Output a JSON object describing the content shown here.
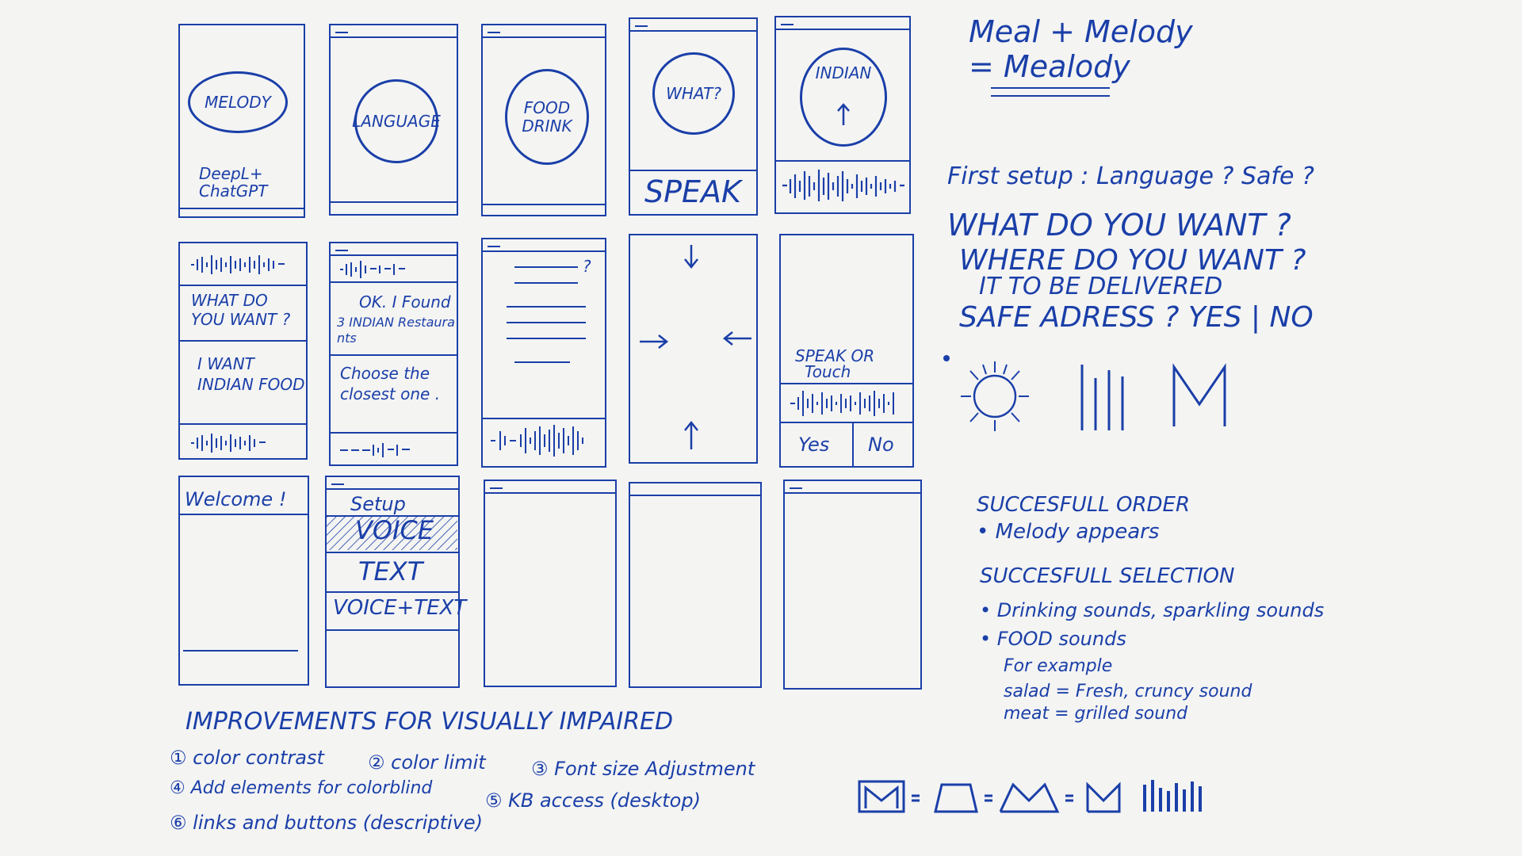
{
  "colors": {
    "ink": "#1a3fa8",
    "paper": "#f4f4f3"
  },
  "row1": {
    "s1": {
      "circle": "MELODY",
      "footer1": "DeepL+",
      "footer2": "ChatGPT"
    },
    "s2": {
      "circle": "LANGUAGE"
    },
    "s3": {
      "circle1": "FOOD",
      "circle2": "DRINK"
    },
    "s4": {
      "circle": "WHAT?",
      "button": "SPEAK"
    },
    "s5": {
      "circle": "INDIAN"
    }
  },
  "row2": {
    "s1": {
      "q1": "WHAT DO",
      "q2": "YOU WANT ?",
      "a1": "I WANT",
      "a2": "INDIAN FOOD"
    },
    "s2": {
      "r1": "OK. I Found",
      "r2": "3 INDIAN Restaura",
      "r3": "nts",
      "r4": "Choose the",
      "r5": "closest one ."
    },
    "s3": {
      "mark": "?"
    },
    "s5": {
      "prompt1": "SPEAK OR",
      "prompt2": "Touch",
      "yes": "Yes",
      "no": "No"
    }
  },
  "row3": {
    "s1": {
      "title": "Welcome !"
    },
    "s2": {
      "title": "Setup",
      "opt1": "VOICE",
      "opt2": "TEXT",
      "opt3": "VOICE+TEXT"
    }
  },
  "title": {
    "line1": "Meal + Melody",
    "line2": "= Mealody"
  },
  "bullets": [
    "First setup : Language ? Safe ?",
    "WHAT DO YOU WANT ?",
    "WHERE DO YOU WANT ?",
    "IT TO BE DELIVERED",
    "SAFE ADRESS ? YES | NO"
  ],
  "order": {
    "heading": "SUCCESFULL ORDER",
    "item": "• Melody appears",
    "heading2": "SUCCESFULL SELECTION",
    "item2": "• Drinking sounds, sparkling sounds",
    "item3": "• FOOD sounds",
    "ex": "For example",
    "ex1": "salad = Fresh, cruncy sound",
    "ex2": "meat = grilled sound"
  },
  "improvements": {
    "heading": "IMPROVEMENTS FOR VISUALLY IMPAIRED",
    "i1": "① color contrast",
    "i2": "② color limit",
    "i3": "③ Font size Adjustment",
    "i4": "④ Add elements for colorblind",
    "i5": "⑤ KB access (desktop)",
    "i6": "⑥ links and buttons (descriptive)"
  },
  "logo_eq": {
    "m": "M",
    "eq": "="
  }
}
